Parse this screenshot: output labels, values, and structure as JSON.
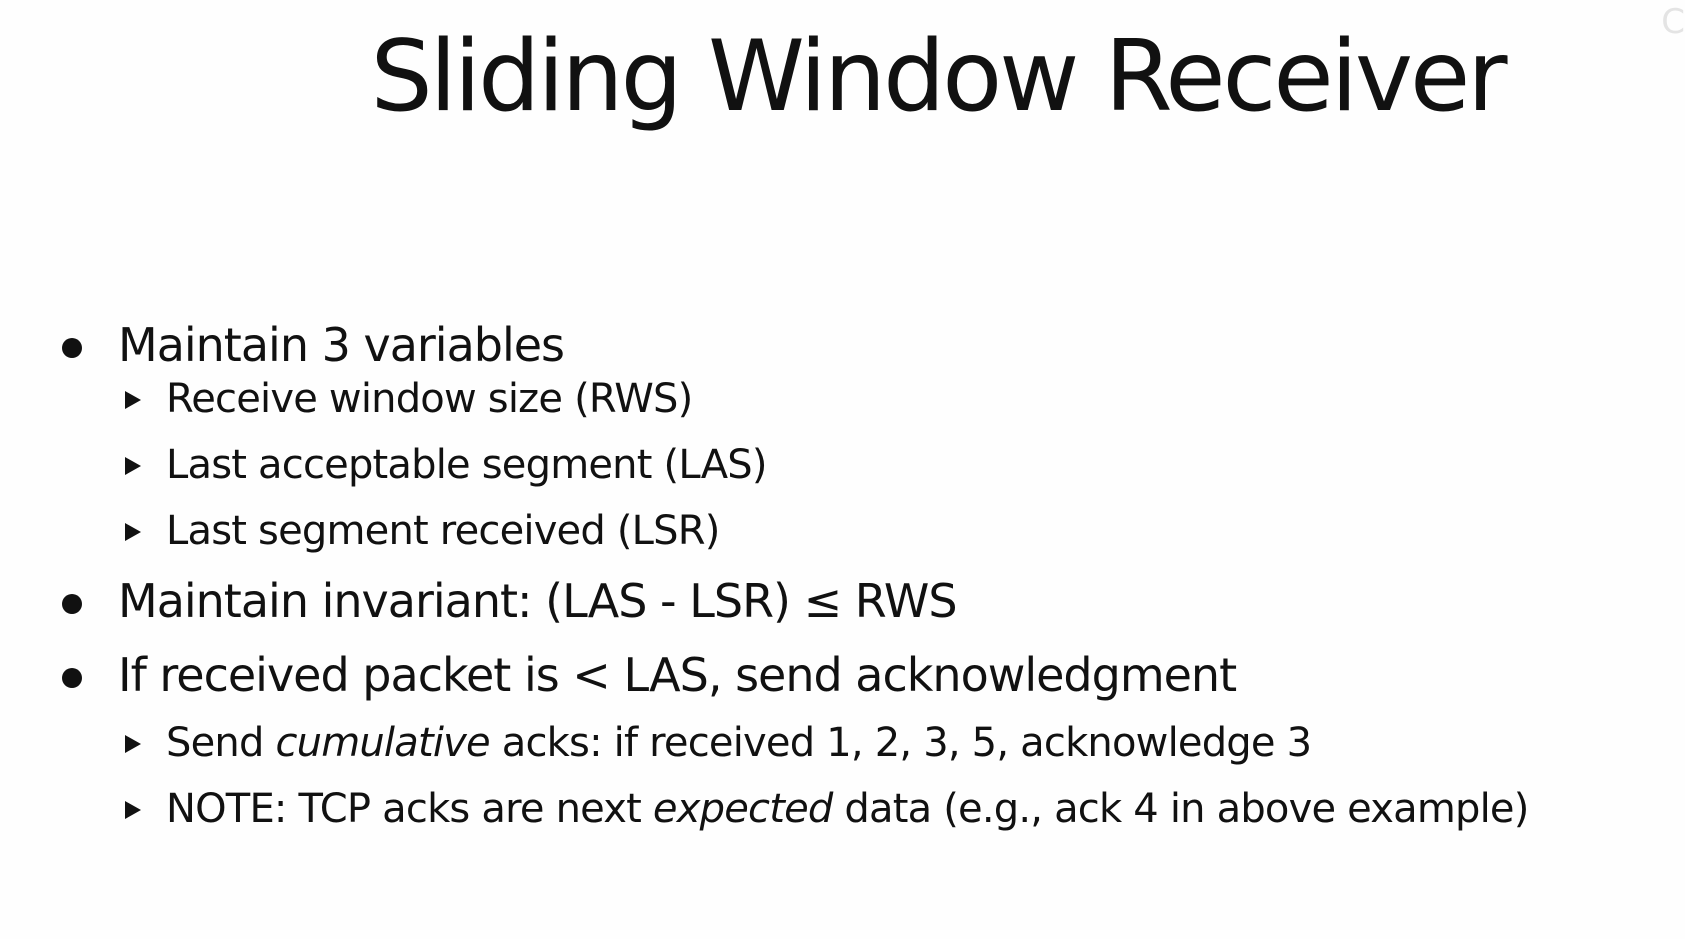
{
  "slide": {
    "title": "Sliding Window Receiver",
    "corner_mark": "C",
    "bullets": [
      {
        "text": "Maintain 3 variables",
        "subs": [
          {
            "text": "Receive window size (RWS)"
          },
          {
            "text": "Last acceptable segment (LAS)"
          },
          {
            "text": "Last segment received (LSR)"
          }
        ]
      },
      {
        "text": "Maintain invariant: (LAS - LSR) ≤ RWS",
        "subs": []
      },
      {
        "text": "If received packet is < LAS,  send acknowledgment",
        "subs": [
          {
            "pre": "Send ",
            "em": "cumulative",
            "post": " acks: if received 1, 2, 3, 5, acknowledge 3"
          },
          {
            "pre": "NOTE: TCP acks are next ",
            "em": "expected",
            "post": " data (e.g., ack 4 in above example)"
          }
        ]
      }
    ]
  }
}
